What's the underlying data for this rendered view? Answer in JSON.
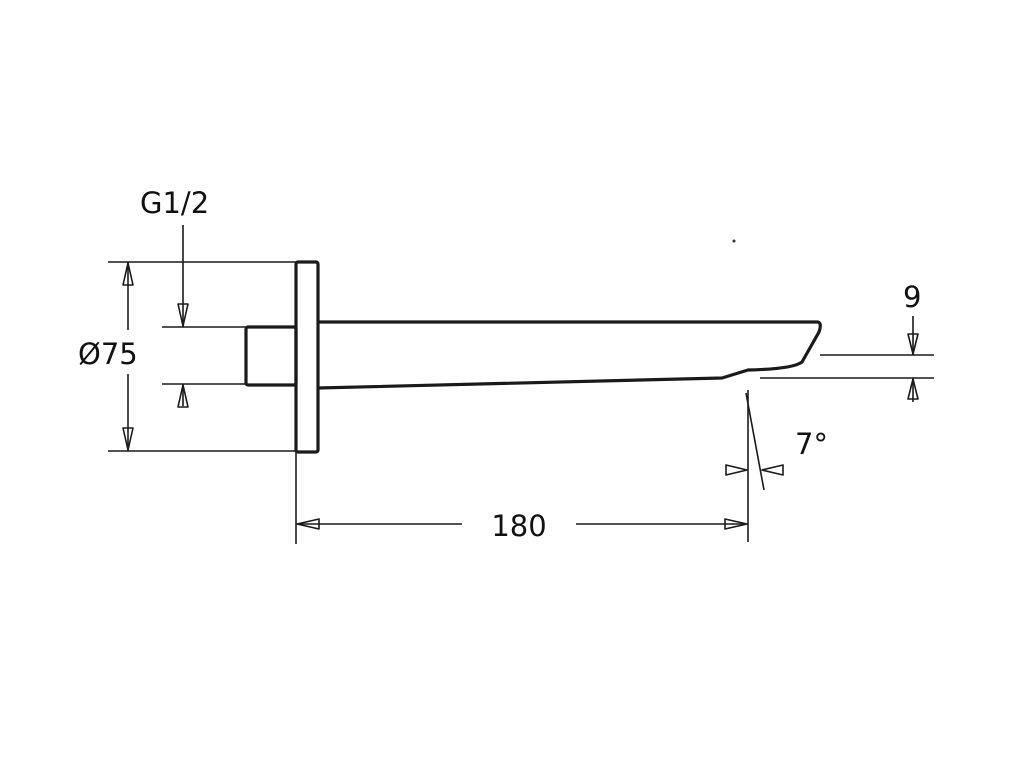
{
  "labels": {
    "thread": "G1/2",
    "diameter": "Ø75",
    "height": "9",
    "angle": "7°",
    "length": "180"
  }
}
